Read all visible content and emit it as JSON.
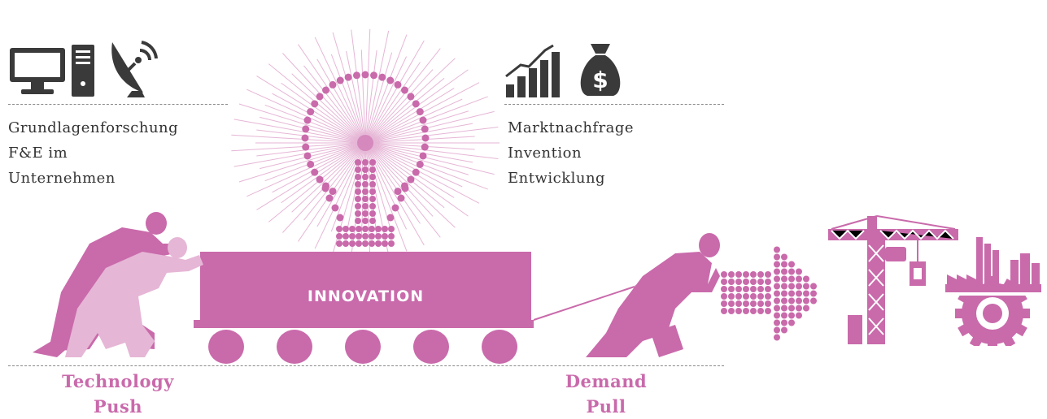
{
  "left_list": [
    "Grundlagenforschung",
    "F&E im",
    "Unternehmen"
  ],
  "right_list": [
    "Marktnachfrage",
    "Invention",
    "Entwicklung"
  ],
  "cart_label": "INNOVATION",
  "left_caption": {
    "line1": "Technology",
    "line2": "Push"
  },
  "right_caption": {
    "line1": "Demand",
    "line2": "Pull"
  },
  "icons": {
    "left": [
      "desktop-computer-icon",
      "satellite-dish-icon"
    ],
    "right": [
      "growth-chart-icon",
      "money-bag-icon"
    ],
    "far_right": [
      "construction-crane-icon",
      "factory-gear-icon"
    ]
  },
  "colors": {
    "accent": "#c96aab",
    "accent_light": "#e6b6d6",
    "accent_dark": "#b9559b",
    "icon": "#3a3a3a"
  }
}
